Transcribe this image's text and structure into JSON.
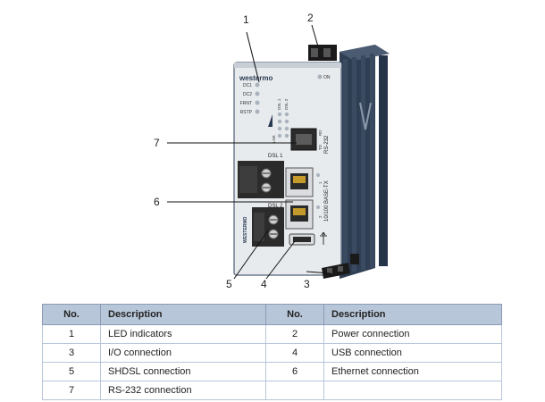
{
  "device": {
    "brand": "westermo",
    "leds": [
      "DC1",
      "DC2",
      "FRNT",
      "RSTP"
    ],
    "on_label": "ON",
    "dsl_leds": [
      "DSL 1",
      "DSL 2"
    ],
    "lnk_label": "LNK",
    "rs232_label": "RS-232",
    "rs232_pins": [
      "TD",
      "RD"
    ],
    "dsl1_label": "DSL 1",
    "dsl2_label": "DSL 2",
    "ethernet_label": "10/100 BASE-TX",
    "eth_ports": [
      "2",
      "1"
    ],
    "side_logo": "WESTERMO"
  },
  "callouts": [
    "1",
    "2",
    "3",
    "4",
    "5",
    "6",
    "7"
  ],
  "table": {
    "headers": [
      "No.",
      "Description",
      "No.",
      "Description"
    ],
    "rows": [
      [
        "1",
        "LED indicators",
        "2",
        "Power connection"
      ],
      [
        "3",
        "I/O connection",
        "4",
        "USB connection"
      ],
      [
        "5",
        "SHDSL connection",
        "6",
        "Ethernet connection"
      ],
      [
        "7",
        "RS-232 connection",
        "",
        ""
      ]
    ]
  }
}
